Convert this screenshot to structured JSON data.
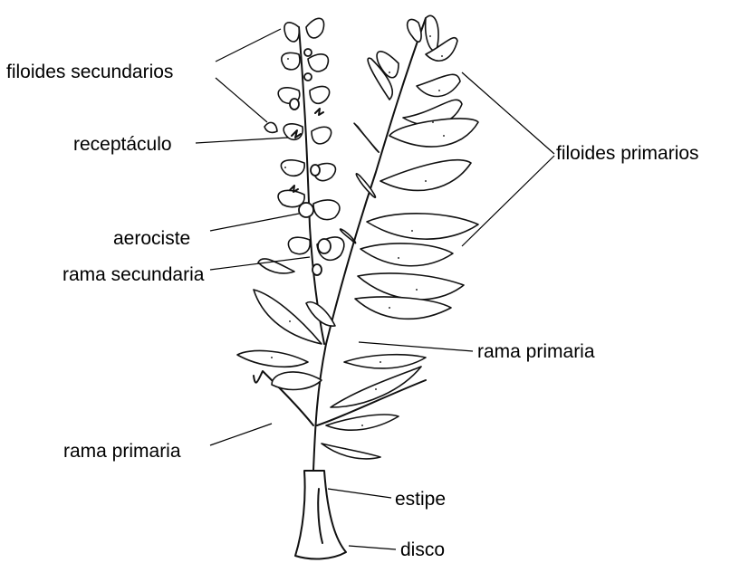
{
  "labels": {
    "filoides_secundarios": "filoides secundarios",
    "receptaculo": "receptáculo",
    "aerociste": "aerociste",
    "rama_secundaria": "rama secundaria",
    "filoides_primarios": "filoides primarios",
    "rama_primaria_right": "rama primaria",
    "rama_primaria_left": "rama primaria",
    "estipe": "estipe",
    "disco": "disco"
  },
  "colors": {
    "ink": "#111111",
    "background": "#ffffff"
  }
}
